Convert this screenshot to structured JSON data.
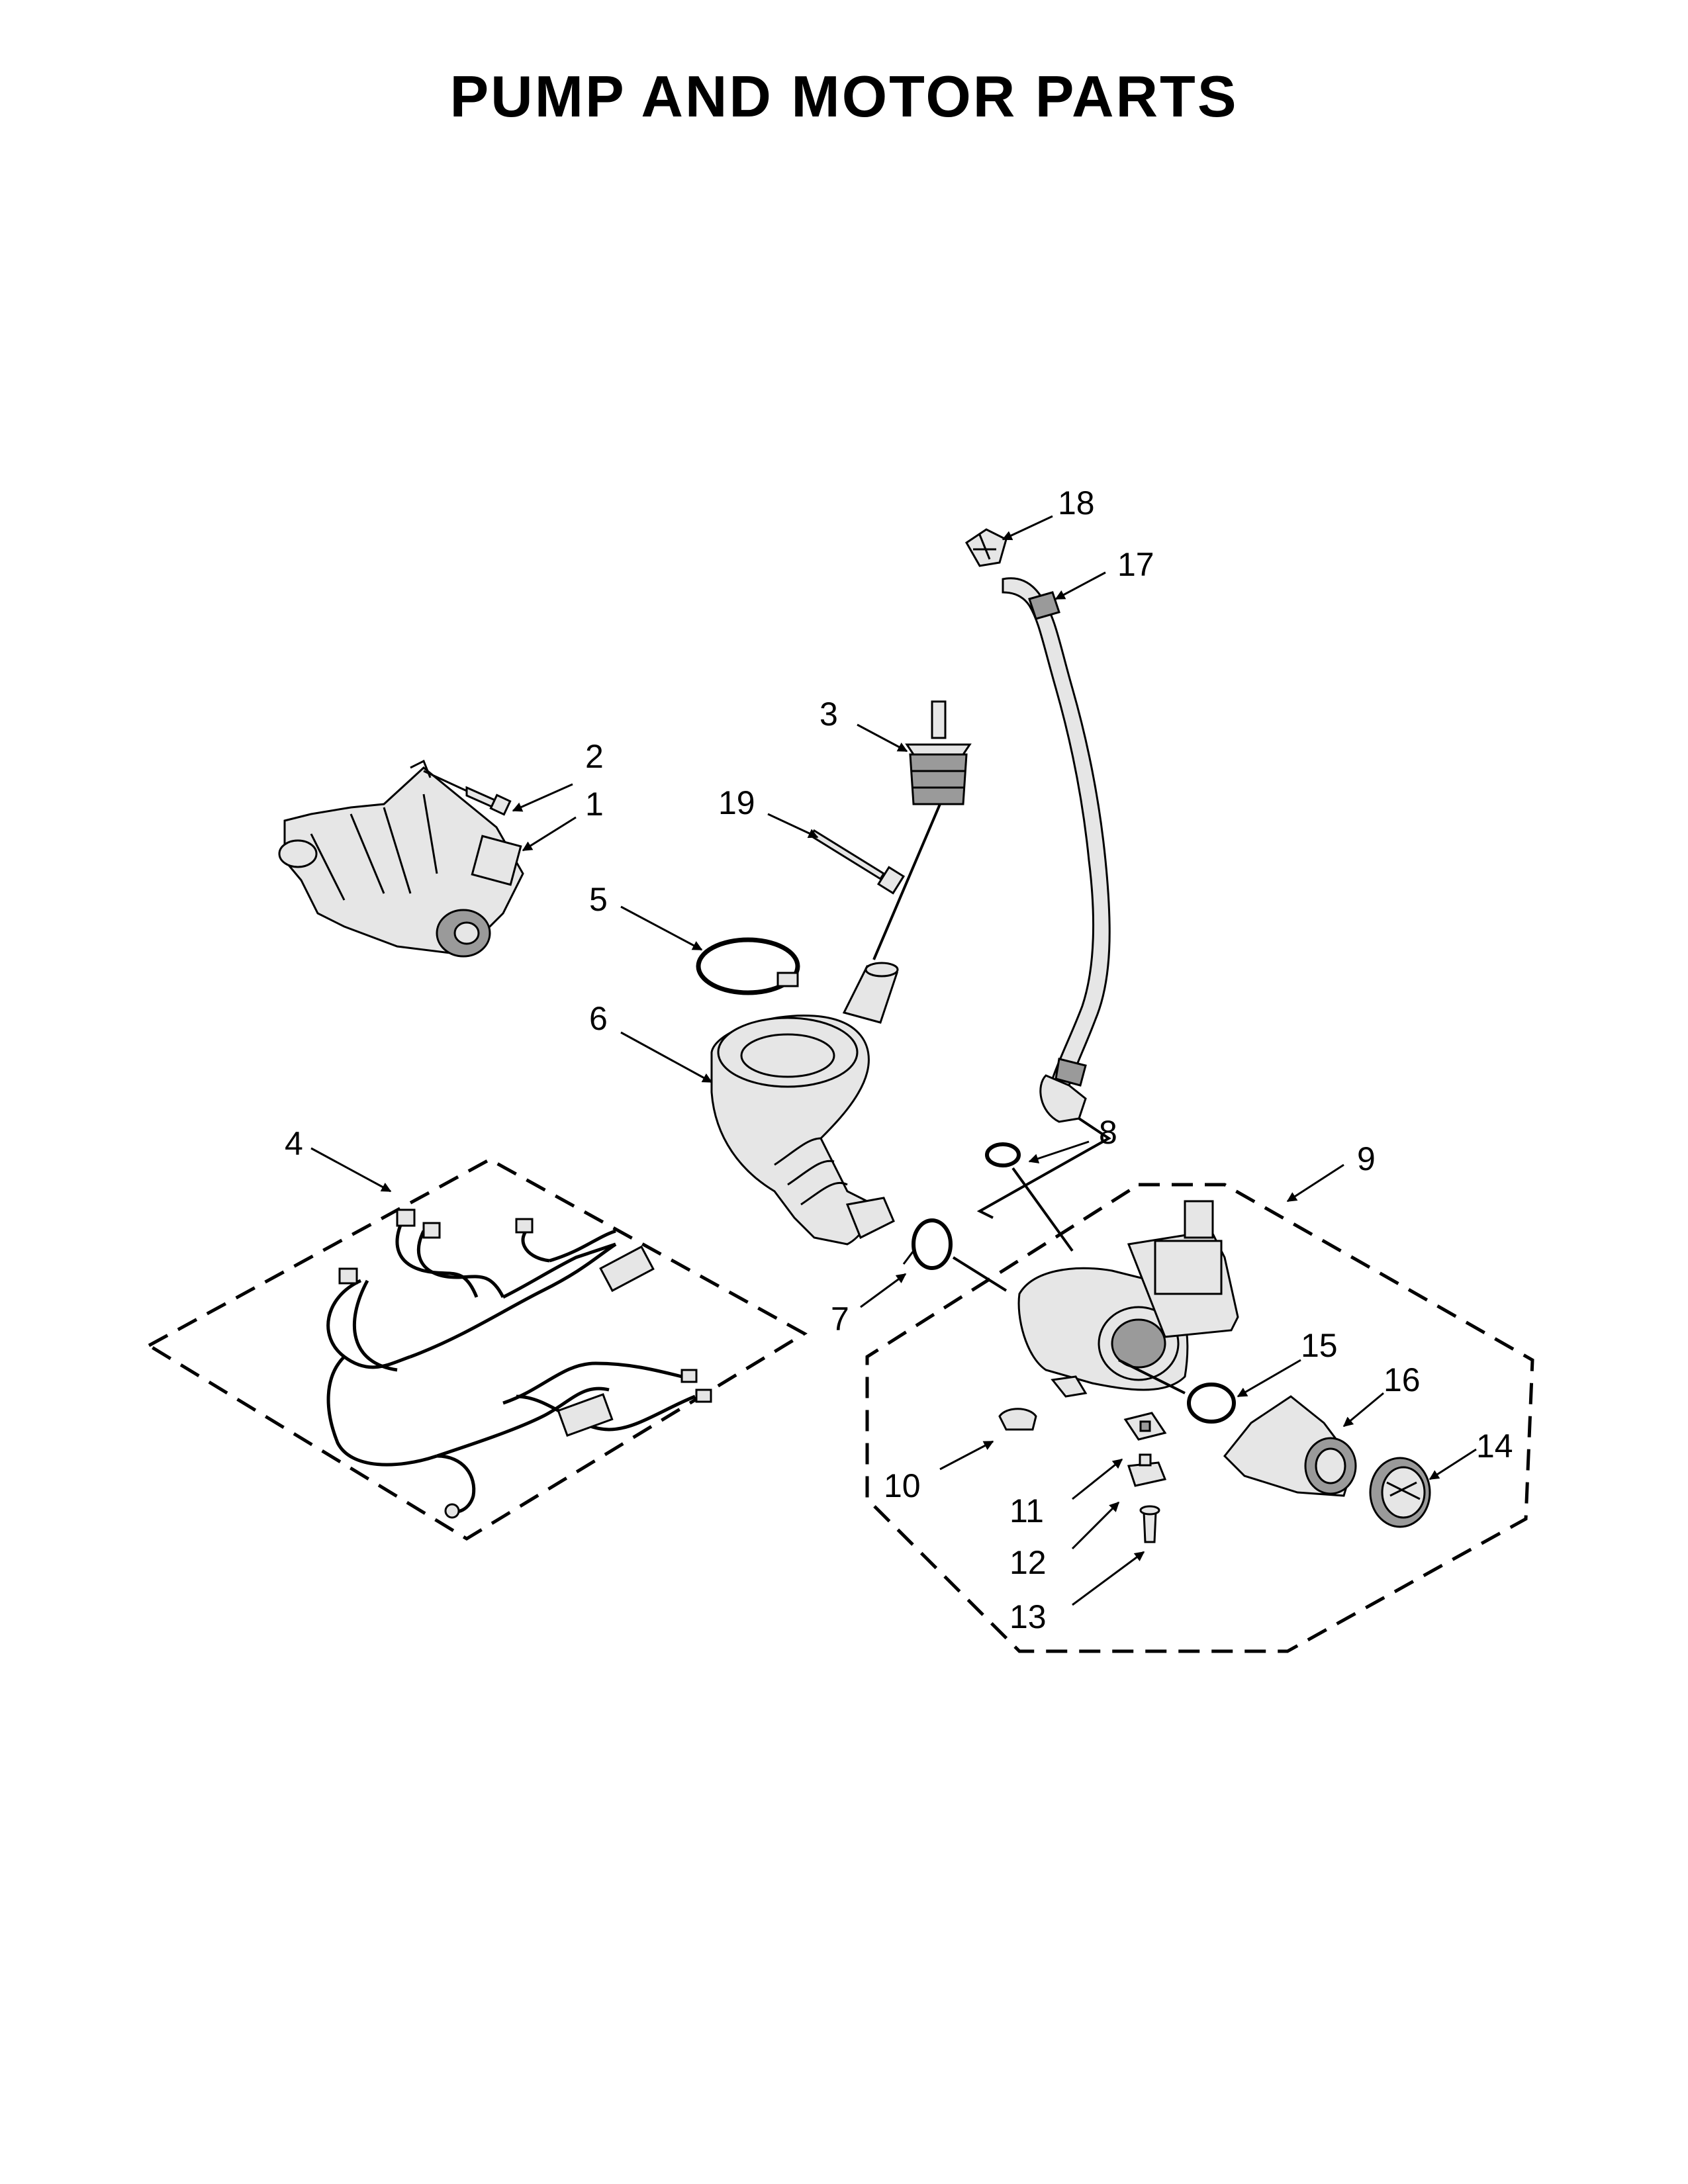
{
  "title": "PUMP AND MOTOR PARTS",
  "callouts": [
    {
      "id": "1",
      "label": "1"
    },
    {
      "id": "2",
      "label": "2"
    },
    {
      "id": "3",
      "label": "3"
    },
    {
      "id": "4",
      "label": "4"
    },
    {
      "id": "5",
      "label": "5"
    },
    {
      "id": "6",
      "label": "6"
    },
    {
      "id": "7",
      "label": "7"
    },
    {
      "id": "8",
      "label": "8"
    },
    {
      "id": "9",
      "label": "9"
    },
    {
      "id": "10",
      "label": "10"
    },
    {
      "id": "11",
      "label": "11"
    },
    {
      "id": "12",
      "label": "12"
    },
    {
      "id": "13",
      "label": "13"
    },
    {
      "id": "14",
      "label": "14"
    },
    {
      "id": "15",
      "label": "15"
    },
    {
      "id": "16",
      "label": "16"
    },
    {
      "id": "17",
      "label": "17"
    },
    {
      "id": "18",
      "label": "18"
    },
    {
      "id": "19",
      "label": "19"
    }
  ]
}
